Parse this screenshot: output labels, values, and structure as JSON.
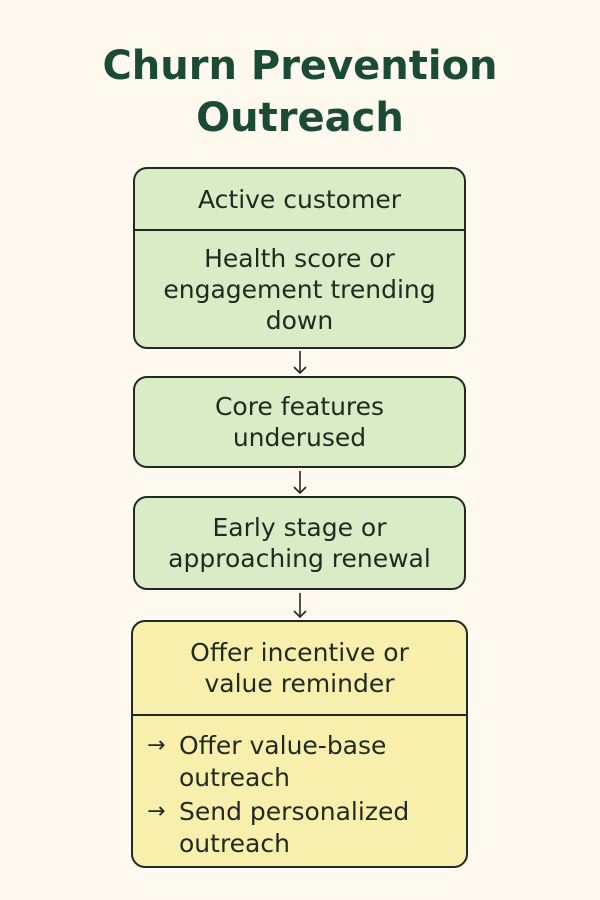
{
  "title": {
    "line1": "Churn Prevention",
    "line2": "Outreach"
  },
  "steps": [
    {
      "header": "Active customer",
      "body_lines": [
        "Health score or",
        "engagement trending",
        "down"
      ]
    },
    {
      "lines": [
        "Core features",
        "underused"
      ]
    },
    {
      "lines": [
        "Early stage or",
        "approaching renewal"
      ]
    },
    {
      "header_lines": [
        "Offer incentive or",
        "value reminder"
      ],
      "actions": [
        {
          "arrow": "→",
          "lines": [
            "Offer value-base",
            "outreach"
          ]
        },
        {
          "arrow": "→",
          "lines": [
            "Send personalized",
            "outreach"
          ]
        }
      ]
    }
  ],
  "colors": {
    "background": "#fdf9ee",
    "title": "#1b4a35",
    "green_box": "#d9ecc5",
    "yellow_box": "#f8efac",
    "stroke": "#1f2a22"
  },
  "icons": {
    "connector": "arrow-down-icon",
    "action_bullet": "arrow-right-icon"
  }
}
